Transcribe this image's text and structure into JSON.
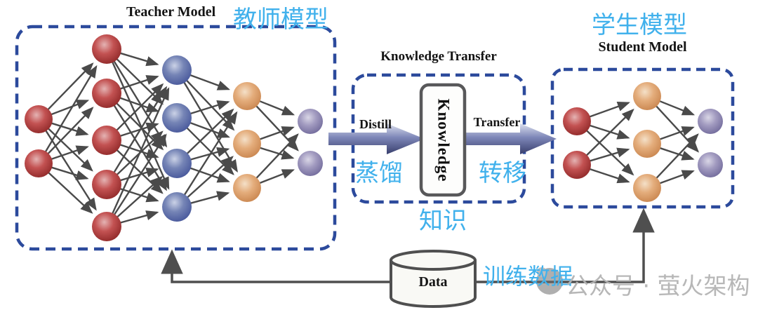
{
  "teacher": {
    "title_en": "Teacher Model",
    "title_zh": "教师模型",
    "layers": [
      {
        "color": "red",
        "count": 2
      },
      {
        "color": "red",
        "count": 5
      },
      {
        "color": "blue",
        "count": 4
      },
      {
        "color": "orange",
        "count": 3
      },
      {
        "color": "purple",
        "count": 2
      }
    ]
  },
  "knowledge_transfer": {
    "title": "Knowledge Transfer",
    "box_label": "Knowledge",
    "distill_label": "Distill",
    "distill_zh": "蒸馏",
    "transfer_label": "Transfer",
    "transfer_zh": "转移",
    "knowledge_zh": "知识"
  },
  "student": {
    "title_zh": "学生模型",
    "title_en": "Student Model",
    "layers": [
      {
        "color": "red",
        "count": 2
      },
      {
        "color": "orange",
        "count": 3
      },
      {
        "color": "purple",
        "count": 2
      }
    ]
  },
  "data_store": {
    "label": "Data",
    "training_zh": "训练数据"
  },
  "watermark": {
    "text": "公众号 · 萤火架构"
  },
  "colors": {
    "accent_blue": "#41b1ec",
    "dashed_border": "#2c4a9c",
    "node_red": "#a83434",
    "node_blue": "#5a6aa4",
    "node_orange": "#dda26f",
    "node_purple": "#8d86ad",
    "edge_gray": "#4a4a4a",
    "arrow_dark": "#3c4273",
    "watermark_gray": "#b4b4b4"
  }
}
